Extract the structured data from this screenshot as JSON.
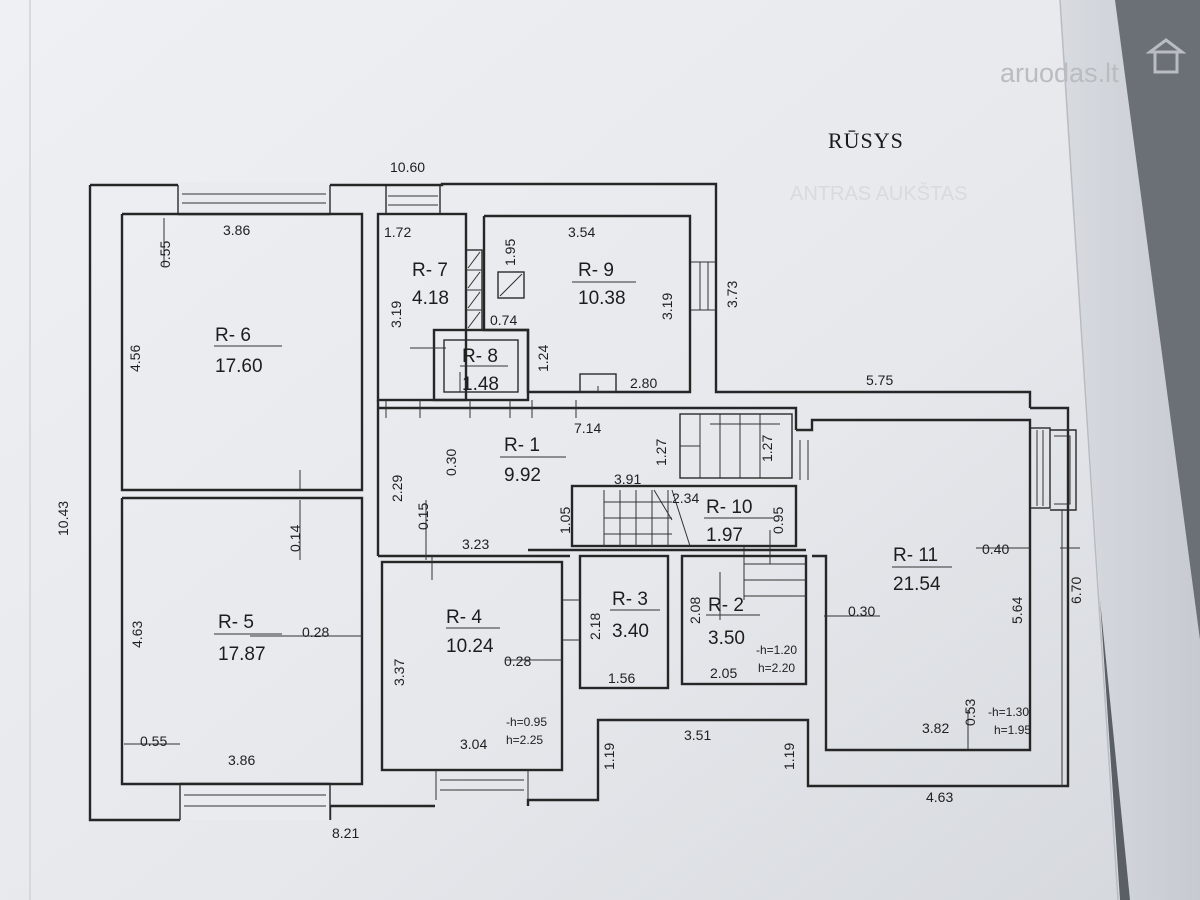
{
  "title": "RŪSYS",
  "watermark": "aruodas.lt",
  "ghost_text": "ANTRAS AUKŠTAS",
  "rooms": {
    "r6": {
      "label": "R- 6",
      "area": "17.60"
    },
    "r5": {
      "label": "R- 5",
      "area": "17.87"
    },
    "r7": {
      "label": "R- 7",
      "area": "4.18"
    },
    "r8": {
      "label": "R- 8",
      "area": "1.48"
    },
    "r9": {
      "label": "R- 9",
      "area": "10.38"
    },
    "r1": {
      "label": "R- 1",
      "area": "9.92"
    },
    "r10": {
      "label": "R- 10",
      "area": "1.97"
    },
    "r4": {
      "label": "R- 4",
      "area": "10.24"
    },
    "r3": {
      "label": "R- 3",
      "area": "3.40"
    },
    "r2": {
      "label": "R- 2",
      "area": "3.50"
    },
    "r11": {
      "label": "R- 11",
      "area": "21.54"
    }
  },
  "heights": {
    "r4_a": "-h=0.95",
    "r4_b": "h=2.25",
    "r2_a": "-h=1.20",
    "r2_b": "h=2.20",
    "r11_a": "-h=1.30",
    "r11_b": "h=1.95"
  },
  "dims": {
    "top_total": "10.60",
    "left_total": "10.43",
    "bottom_left": "8.21",
    "right_total": "6.70",
    "r11_top": "5.75",
    "r11_bottom": "4.63",
    "r6_w": "3.86",
    "r6_h": "4.56",
    "r6_sill": "0.55",
    "r5_w": "3.86",
    "r5_h": "4.63",
    "r5_sill": "0.55",
    "r5_right": "0.28",
    "r5_top": "0.14",
    "r7_w": "1.72",
    "r7_h": "3.19",
    "r9_w": "3.54",
    "r9_h": "3.19",
    "r9_right": "3.73",
    "r9_chim": "1.95",
    "r9_bottom": "2.80",
    "r8_w": "0.74",
    "r8_h": "1.24",
    "r1_w": "7.14",
    "r1_a": "0.30",
    "r1_b": "1.27",
    "r1_c": "1.27",
    "r1_d": "2.29",
    "r1_e": "0.15",
    "r1_f": "3.23",
    "r1_g": "3.91",
    "r1_h": "1.05",
    "r10_w": "2.34",
    "r10_h": "0.95",
    "r4_h": "3.37",
    "r4_w": "3.04",
    "r4_right": "0.28",
    "r3_h": "2.18",
    "r3_w": "1.56",
    "r2_h": "2.08",
    "r2_w": "2.05",
    "r11_h": "5.64",
    "r11_w": "3.82",
    "r11_a": "0.40",
    "r11_b": "0.30",
    "r11_c": "0.53",
    "porch_w": "3.51",
    "porch_l": "1.19",
    "porch_r": "1.19"
  }
}
